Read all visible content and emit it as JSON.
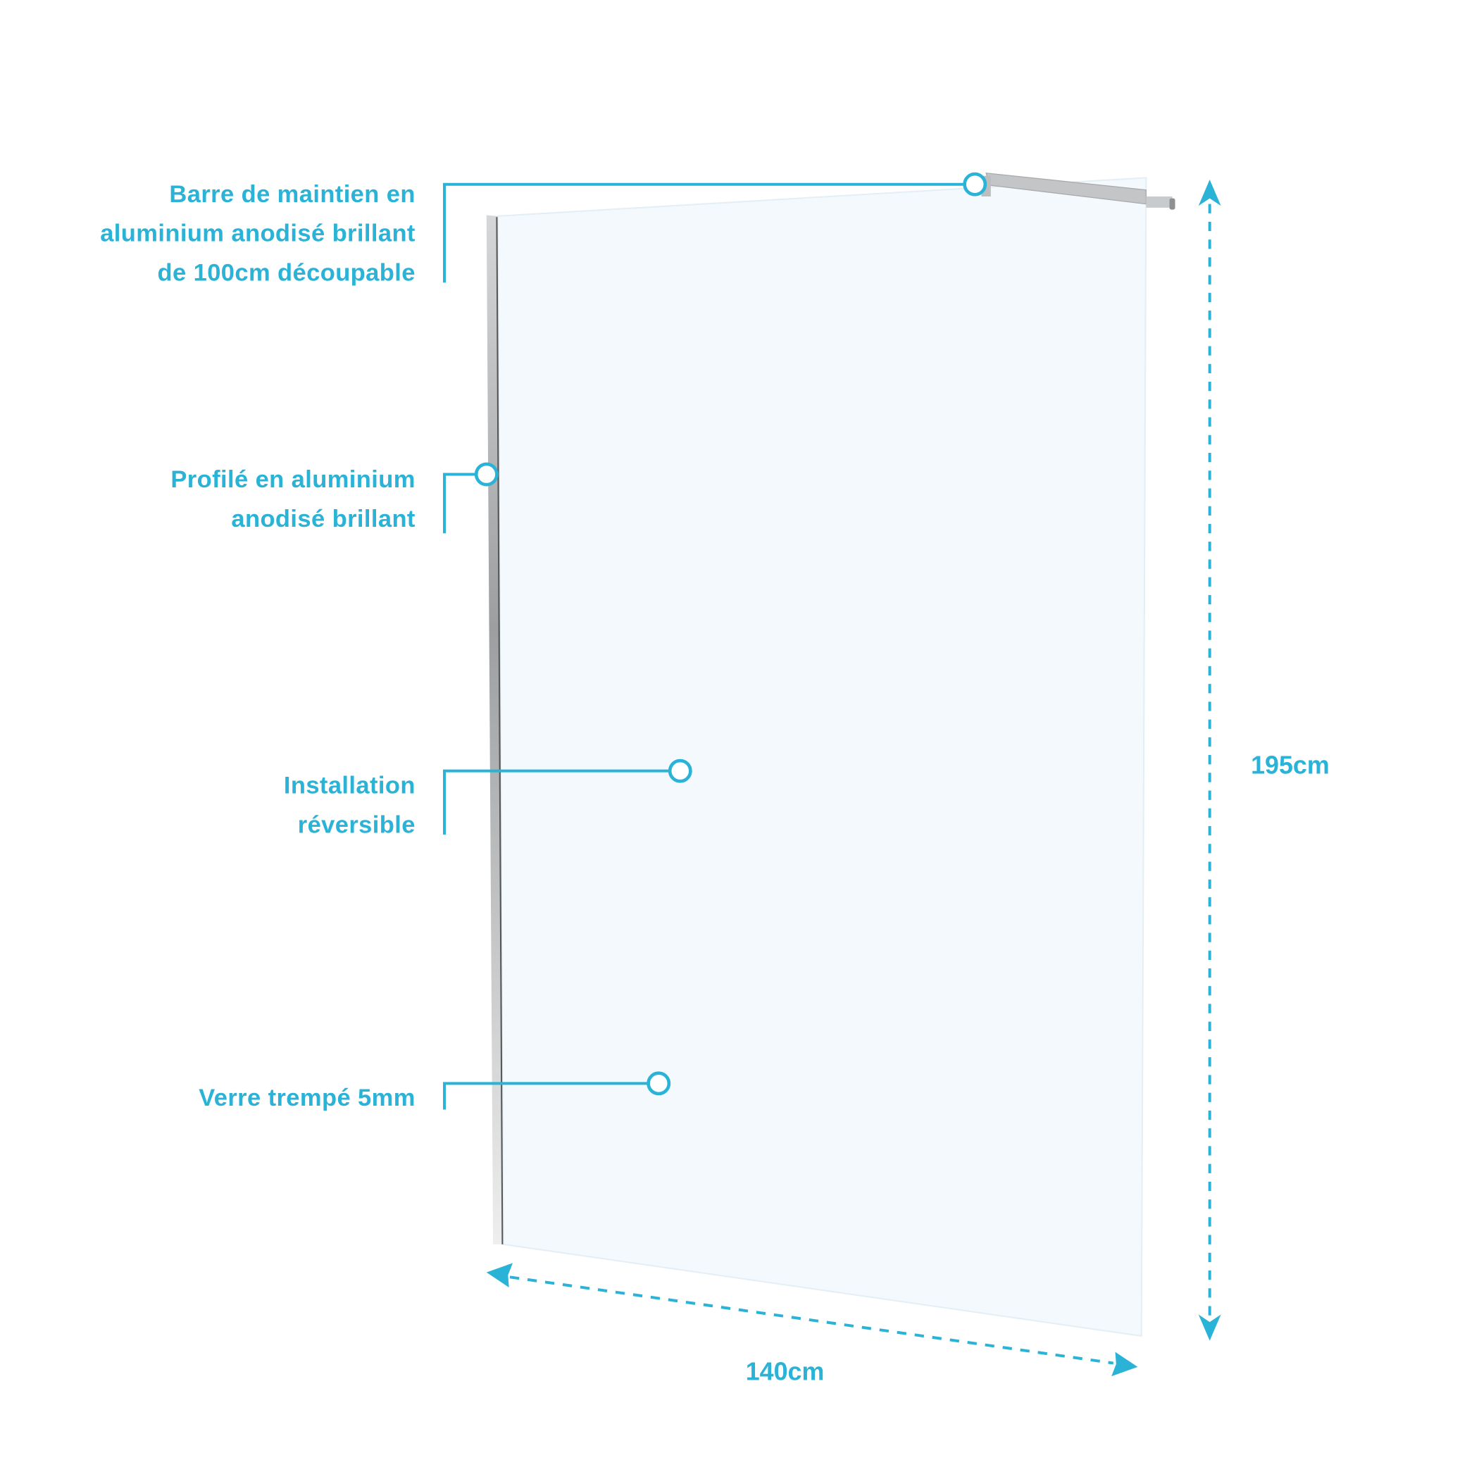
{
  "callouts": [
    {
      "lines": [
        "Barre de maintien en",
        "aluminium anodisé brillant",
        "de 100cm découpable"
      ]
    },
    {
      "lines": [
        "Profilé en aluminium",
        "anodisé brillant"
      ]
    },
    {
      "lines": [
        "Installation",
        "réversible"
      ]
    },
    {
      "lines": [
        "Verre trempé 5mm"
      ]
    }
  ],
  "dimensions": {
    "height": "195cm",
    "width": "140cm"
  },
  "colors": {
    "accent": "#2ab3d6",
    "glass": "#f4f9fd",
    "metal": "#b8babc"
  }
}
